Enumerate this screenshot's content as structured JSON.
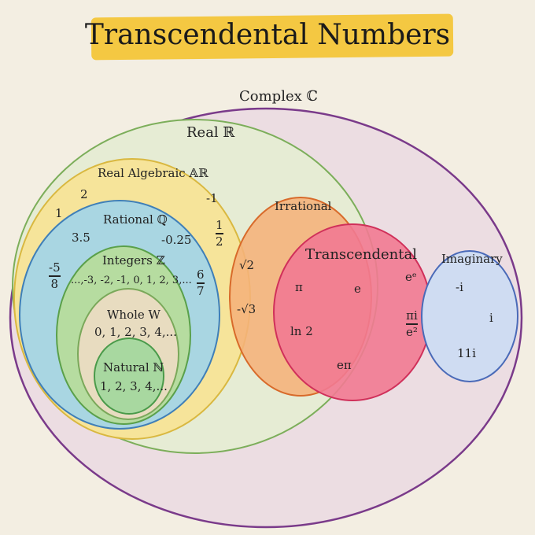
{
  "title": "Transcendental Numbers",
  "sets": {
    "complex": "Complex ℂ",
    "real": "Real ℝ",
    "real_algebraic": "Real Algebraic 𝔸ℝ",
    "rational": "Rational ℚ",
    "integers": "Integers ℤ",
    "whole": "Whole W",
    "natural": "Natural ℕ",
    "irrational": "Irrational",
    "transcendental": "Transcendental",
    "imaginary": "Imaginary"
  },
  "examples": {
    "real_algebraic": [
      "2",
      "-1",
      "1"
    ],
    "rational": [
      "3.5",
      "-0.25"
    ],
    "rational_fracs": [
      {
        "num": "-5",
        "den": "8"
      },
      {
        "num": "6",
        "den": "7"
      }
    ],
    "algebraic_frac": {
      "num": "1",
      "den": "2"
    },
    "integers": "...,-3, -2, -1, 0, 1, 2, 3,...",
    "whole": "0, 1, 2, 3, 4,...",
    "natural": "1, 2, 3, 4,...",
    "irrational": [
      "√2",
      "-√3"
    ],
    "transcendental": [
      "π",
      "e",
      "eᵉ",
      "ln 2",
      "eπ"
    ],
    "transcendental_frac": {
      "num": "πi",
      "den": "e²"
    },
    "imaginary": [
      "-i",
      "i",
      "11i"
    ]
  },
  "colors": {
    "background": "#f3eee2",
    "title_highlight": "#f4c842",
    "complex_fill": "#ecdde2",
    "complex_stroke": "#7a3a8a",
    "real_fill": "#e6ecd4",
    "real_stroke": "#7cae5a",
    "algebraic_fill": "#f6e49a",
    "algebraic_stroke": "#d9b840",
    "rational_fill": "#a9d6e2",
    "rational_stroke": "#3f7fb8",
    "integers_fill": "#b6dca0",
    "integers_stroke": "#5aa04a",
    "whole_fill": "#e8dcc0",
    "whole_stroke": "#7aa85a",
    "natural_fill": "#a8d8a0",
    "natural_stroke": "#4a9a4a",
    "irrational_fill": "#f5b27a",
    "irrational_stroke": "#d86a2a",
    "transcendental_fill": "#f27a92",
    "transcendental_stroke": "#d0305a",
    "imaginary_fill": "#cfdcf2",
    "imaginary_stroke": "#4a6ab8"
  }
}
